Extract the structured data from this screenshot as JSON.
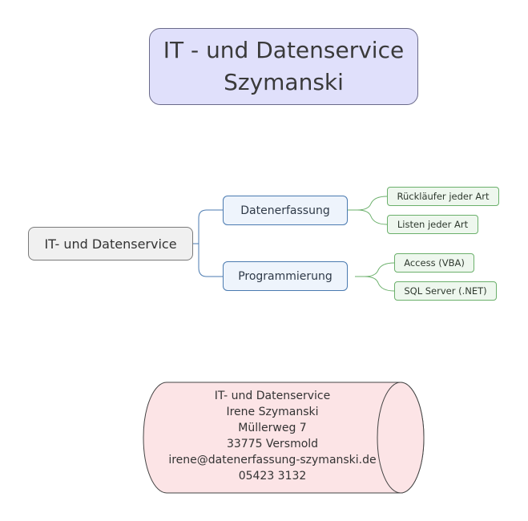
{
  "title": {
    "line1": "IT - und Datenservice",
    "line2": "Szymanski"
  },
  "mindmap": {
    "root": "IT- und Datenservice",
    "branches": [
      {
        "label": "Datenerfassung",
        "children": [
          "Rückläufer jeder Art",
          "Listen jeder Art"
        ]
      },
      {
        "label": "Programmierung",
        "children": [
          "Access (VBA)",
          "SQL Server (.NET)"
        ]
      }
    ]
  },
  "contact": {
    "company": "IT- und Datenservice",
    "name": "Irene Szymanski",
    "street": "Müllerweg 7",
    "city": "33775 Versmold",
    "email": "irene@datenerfassung-szymanski.de",
    "phone": "05423 3132"
  },
  "colors": {
    "title_fill": "#e0e0fb",
    "branch_line": "#4a7ab0",
    "leaf_line": "#6bb06b",
    "cylinder_fill": "#fce4e6"
  }
}
